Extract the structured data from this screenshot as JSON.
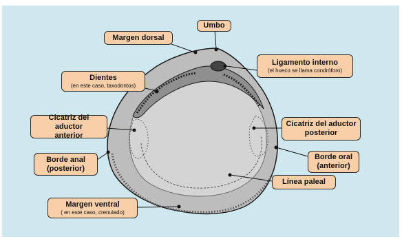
{
  "colors": {
    "background": "#cfe7ee",
    "label_fill": "#f8cfa8",
    "label_border": "#2a2a2a",
    "shell_fill": "#bdbdbd",
    "interior_fill": "#d4d4d4",
    "outline": "#1a1a1a"
  },
  "labels": {
    "umbo": {
      "title": "Umbo"
    },
    "margen_dorsal": {
      "title": "Margen dorsal"
    },
    "ligamento": {
      "title": "Ligamento interno",
      "sub": "(el hueco se llama condróforo)"
    },
    "dientes": {
      "title": "Dientes",
      "sub": "(en este caso, taxodontos)"
    },
    "cicatriz_anterior": {
      "title1": "Cicatriz del aductor",
      "title2": "anterior"
    },
    "cicatriz_posterior": {
      "title1": "Cicatriz del aductor",
      "title2": "posterior"
    },
    "borde_anal": {
      "title1": "Borde anal",
      "title2": "(posterior)"
    },
    "borde_oral": {
      "title1": "Borde oral",
      "title2": "(anterior)"
    },
    "linea_paleal": {
      "title": "Línea paleal"
    },
    "margen_ventral": {
      "title": "Margen ventral",
      "sub": "( en este caso, crenulado)"
    }
  }
}
